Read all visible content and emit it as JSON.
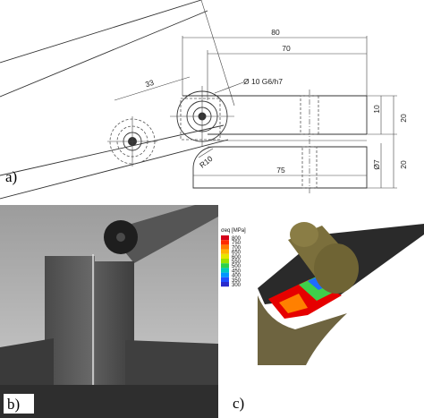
{
  "panels": {
    "a": "a)",
    "b": "b)",
    "c": "c)"
  },
  "drawing": {
    "dim_80": "80",
    "dim_70": "70",
    "dim_33": "33",
    "dim_75": "75",
    "dim_pin": "Ø 10 G6/h7",
    "dim_r": "R10",
    "dim_v10": "10",
    "dim_v20a": "20",
    "dim_v7": "Ø7",
    "dim_v20b": "20"
  },
  "legend": {
    "title": "σeq [MPa]",
    "values": [
      "800",
      "750",
      "700",
      "650",
      "600",
      "550",
      "500",
      "450",
      "400",
      "350",
      "300"
    ],
    "colors": [
      "#d4001a",
      "#ff2a00",
      "#ff7a00",
      "#ffb400",
      "#e6e600",
      "#9be300",
      "#2fd24a",
      "#00c8c0",
      "#0096ff",
      "#1f4dff",
      "#2a2acc"
    ]
  }
}
